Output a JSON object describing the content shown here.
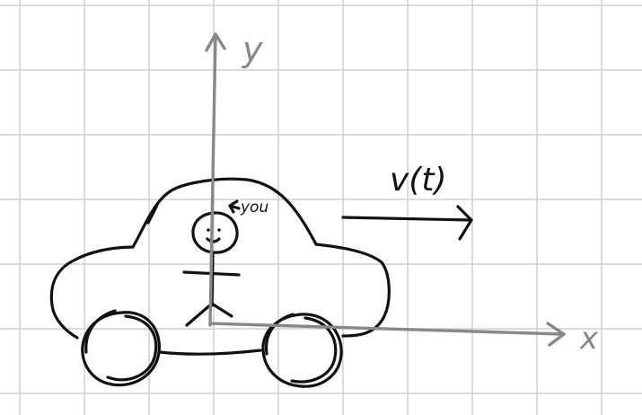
{
  "labels": {
    "y_axis": "y",
    "x_axis": "x",
    "velocity": "v(t)",
    "person": "you"
  },
  "colors": {
    "ink": "#111111",
    "axis": "#888888",
    "grid": "#cfcfcf",
    "background": "#ffffff"
  }
}
